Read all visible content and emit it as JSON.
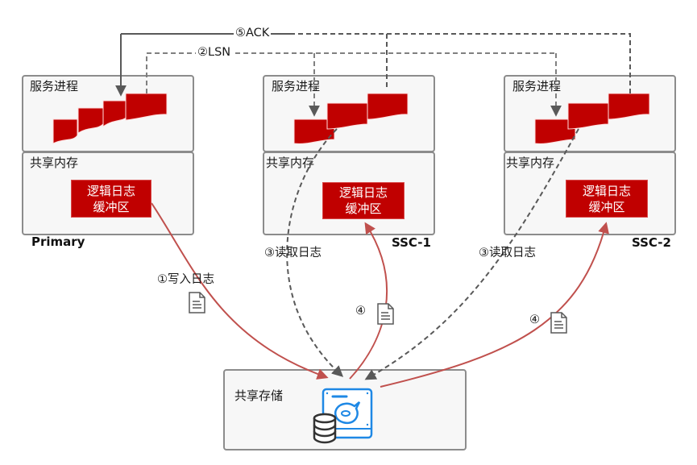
{
  "diagram": {
    "flows": {
      "ack": "⑤ACK",
      "lsn": "②LSN",
      "write_log": "①写入日志",
      "read_log_1": "③读取日志",
      "read_log_2": "③读取日志",
      "step4_1": "④",
      "step4_2": "④"
    },
    "nodes": [
      {
        "name": "Primary",
        "process_label": "服务进程",
        "memory_label": "共享内存",
        "buffer_line1": "逻辑日志",
        "buffer_line2": "缓冲区"
      },
      {
        "name": "SSC-1",
        "process_label": "服务进程",
        "memory_label": "共享内存",
        "buffer_line1": "逻辑日志",
        "buffer_line2": "缓冲区"
      },
      {
        "name": "SSC-2",
        "process_label": "服务进程",
        "memory_label": "共享内存",
        "buffer_line1": "逻辑日志",
        "buffer_line2": "缓冲区"
      }
    ],
    "storage": {
      "label": "共享存储"
    },
    "icons": {
      "log_document": "document-icon",
      "storage_disk": "hard-disk-icon",
      "database": "database-icon",
      "process_pages": "stacked-pages-icon"
    },
    "colors": {
      "accent_red": "#c00000",
      "arrow_red": "#c0504d",
      "line_gray": "#595959",
      "disk_blue": "#1e88e5",
      "box_fill": "#f7f7f7",
      "box_border": "#8c8c8c"
    }
  }
}
